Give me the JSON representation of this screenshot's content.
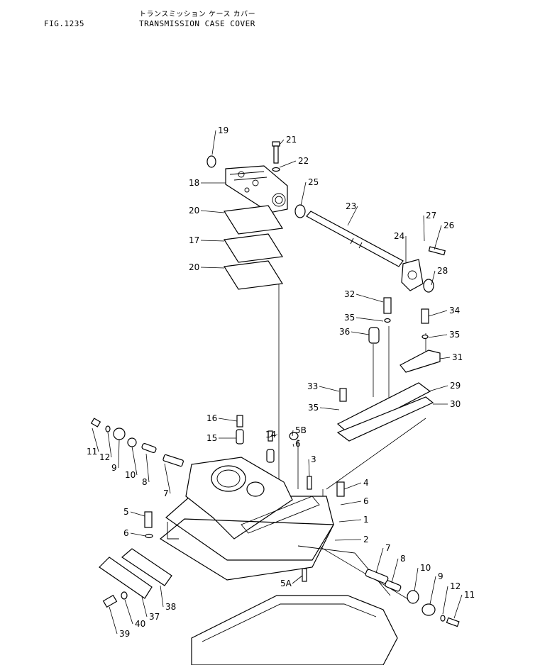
{
  "header": {
    "figure_number": "FIG.1235",
    "title_jp": "トランスミッション ケース カバー",
    "title_en": "TRANSMISSION CASE COVER"
  },
  "callouts": [
    "19",
    "21",
    "22",
    "18",
    "25",
    "20",
    "23",
    "27",
    "26",
    "17",
    "24",
    "20",
    "28",
    "32",
    "34",
    "35",
    "35",
    "36",
    "31",
    "33",
    "29",
    "35",
    "30",
    "16",
    "5B",
    "14",
    "15",
    "6",
    "11",
    "12",
    "9",
    "3",
    "10",
    "8",
    "7",
    "4",
    "6",
    "5",
    "1",
    "6",
    "2",
    "7",
    "8",
    "10",
    "9",
    "12",
    "11",
    "5A",
    "38",
    "37",
    "40",
    "39"
  ]
}
